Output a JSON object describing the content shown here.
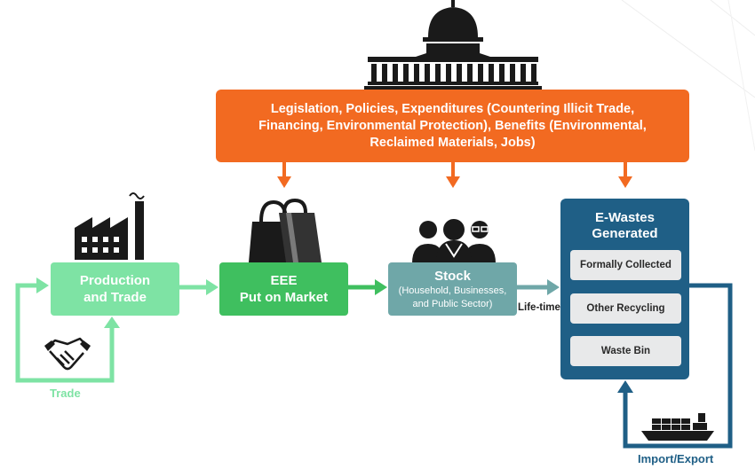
{
  "colors": {
    "orange": "#f26a21",
    "light_green": "#7ee3a4",
    "green": "#3fbf5f",
    "teal": "#6fa7a8",
    "blue": "#1f5f86",
    "icon": "#1a1a1a"
  },
  "banner": {
    "lines": [
      "Legislation, Policies, Expenditures (Countering Illicit Trade,",
      "Financing, Environmental Protection), Benefits (Environmental,",
      "Reclaimed Materials, Jobs)"
    ]
  },
  "production": {
    "line1": "Production",
    "line2": "and Trade"
  },
  "eee": {
    "line1": "EEE",
    "line2": "Put on Market"
  },
  "stock": {
    "title": "Stock",
    "sub1": "(Household, Businesses,",
    "sub2": "and Public Sector)"
  },
  "ewaste": {
    "title1": "E-Wastes",
    "title2": "Generated",
    "items": [
      "Formally Collected",
      "Other Recycling",
      "Waste Bin"
    ]
  },
  "labels": {
    "lifetime": "Life-time",
    "trade": "Trade",
    "import_export": "Import/Export"
  },
  "icons": [
    "capitol-icon",
    "factory-icon",
    "shopping-bags-icon",
    "people-icon",
    "handshake-icon",
    "cargo-ship-icon"
  ]
}
